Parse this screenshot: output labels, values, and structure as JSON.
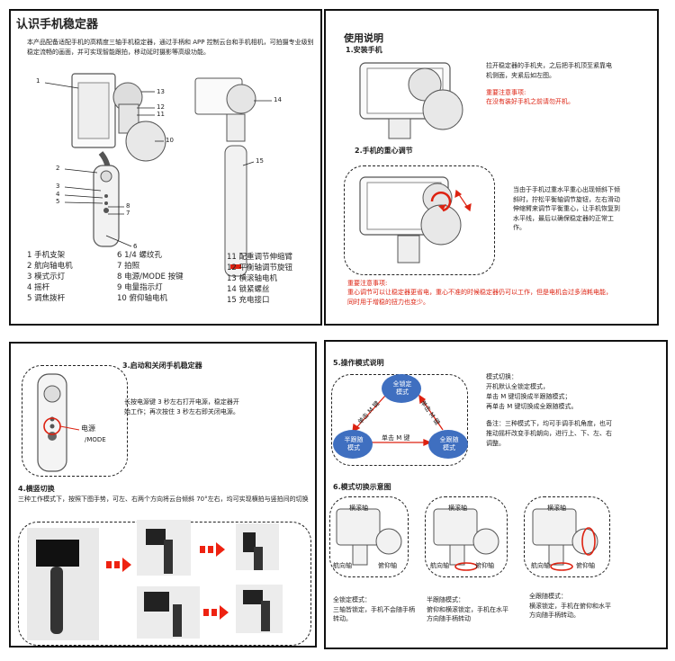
{
  "p1": {
    "title": "认识手机稳定器",
    "intro": "本产品配备适配手机的高精度三轴手机稳定器，通过手柄和 APP 控制云台和手机相机，可拍摄专业级别稳定流畅的画面，并可实现智能跟拍，移动延时摄影等高级功能。",
    "legend_a": [
      "1 手机支架",
      "2 航向轴电机",
      "3 模式示灯",
      "4 摇杆",
      "5 调焦拨杆"
    ],
    "legend_b": [
      "6 1/4 螺纹孔",
      "7 拍照",
      "8 电源/MODE 按键",
      "9 电量指示灯",
      "10 俯仰轴电机"
    ],
    "legend_c": [
      "11 配重调节伸缩臂",
      "12 平衡轴调节旋钮",
      "13 横滚轴电机",
      "14 锁紧螺丝",
      "15 充电接口"
    ],
    "callouts": [
      "1",
      "13",
      "12",
      "11",
      "10",
      "2",
      "3",
      "4",
      "5",
      "8",
      "7",
      "6",
      "14",
      "15"
    ]
  },
  "p2": {
    "title": "使用说明",
    "s1_title": "1.安装手机",
    "s1_text": "拉开稳定器的手机夹，之后把手机顶至紧靠电机侧面，夹紧后如左图。",
    "s1_note_title": "重要注意事项:",
    "s1_note": "在没有装好手机之前请勿开机。",
    "s2_title": "2.手机的重心调节",
    "s2_text": "当由于手机过重水平重心出现倾斜下倾斜时，拧松平衡轴调节旋钮，左右滑动伸缩臂来调节平衡重心，让手机恢复到水平线，最后以确保稳定器的正常工作。",
    "s2_note_title": "重要注意事项:",
    "s2_note": "重心调节可以让稳定器更省电，重心不准的时候稳定器仍可以工作，但是电机会过多消耗电能，同时用于增稳的扭力也变少。"
  },
  "p3": {
    "s3_title": "3.启动和关闭手机稳定器",
    "s3_text": "长按电源键 3 秒左右打开电源，稳定器开始工作；再次按住 3 秒左右即关闭电源。",
    "power_label": "电源",
    "mode_label": "/MODE",
    "s4_title": "4.横竖切换",
    "s4_text": "三种工作模式下，按照下图手势，可左、右两个方向将云台倾斜 70°左右，均可实现横拍与竖拍间的切换"
  },
  "p4": {
    "s5_title": "5.操作模式说明",
    "node_top": "全锁定模式",
    "node_left": "半跟随模式",
    "node_right": "全跟随模式",
    "edge_left": "单击 M 键",
    "edge_right": "单击 M 键",
    "edge_bottom": "单击 M 键",
    "mode_text": [
      "模式切换：",
      "开机默认全锁定模式，",
      "单击 M 键切换成半跟随模式；",
      "再单击 M 键切换成全跟随模式。"
    ],
    "note_text": "备注：三种模式下，均可手调手机角度，也可推动摇杆改变手机朝向，进行上、下、左、右调整。",
    "s6_title": "6.模式切换示意图",
    "axis_roll": "横滚轴",
    "axis_yaw": "航向轴",
    "axis_pitch": "俯仰轴",
    "cap1_title": "全锁定模式：",
    "cap1": "三轴皆锁定，手机不会随手柄转动。",
    "cap2_title": "半跟随模式：",
    "cap2": "俯仰和横滚锁定，手机在水平方向随手柄转动",
    "cap3_title": "全跟随模式：",
    "cap3": "横滚锁定，手机在俯仰和水平方向随手柄转动。"
  },
  "colors": {
    "accent": "#d21",
    "node": "#3f6fc0",
    "line": "#222"
  }
}
